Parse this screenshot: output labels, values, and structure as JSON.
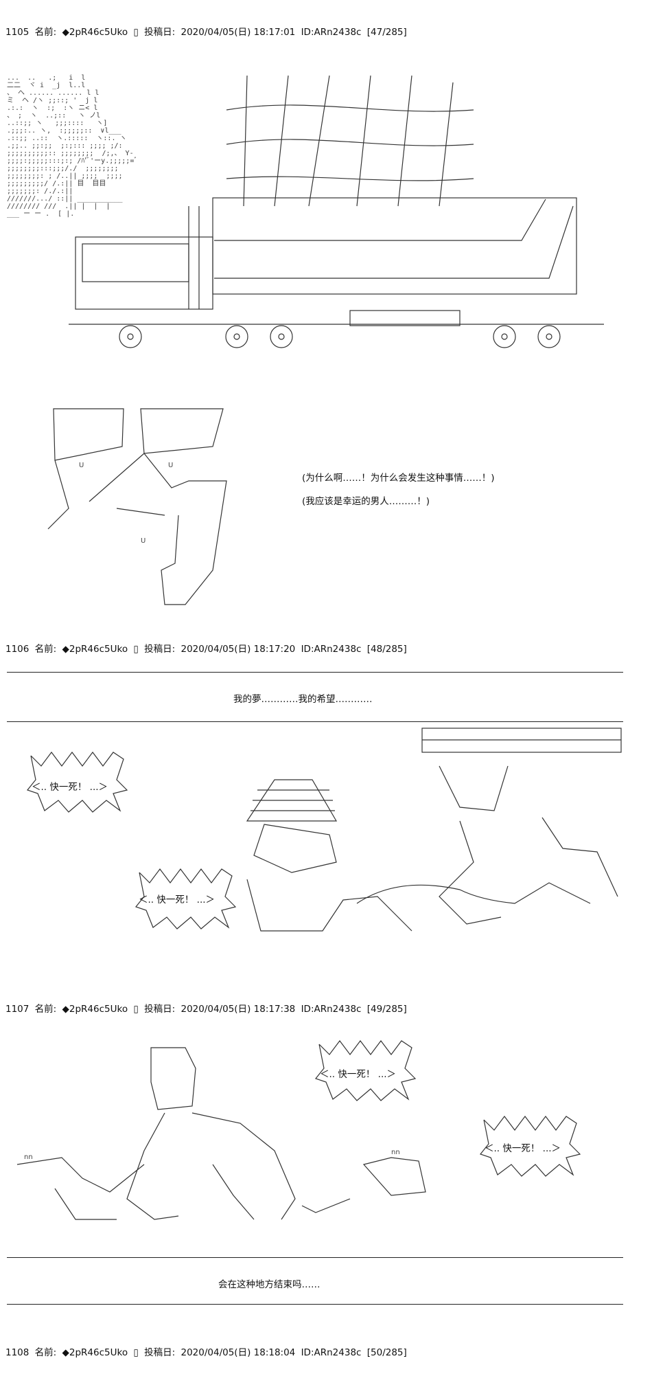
{
  "posts": [
    {
      "num": "1105",
      "name_label": "名前:",
      "trip": "◆2pR46c5Uko",
      "mark": "▯",
      "post_label": "投稿日:",
      "datetime": "2020/04/05(日) 18:17:01",
      "id": "ID:ARn2438c",
      "counter": "[47/285]"
    },
    {
      "num": "1106",
      "name_label": "名前:",
      "trip": "◆2pR46c5Uko",
      "mark": "▯",
      "post_label": "投稿日:",
      "datetime": "2020/04/05(日) 18:17:20",
      "id": "ID:ARn2438c",
      "counter": "[48/285]"
    },
    {
      "num": "1107",
      "name_label": "名前:",
      "trip": "◆2pR46c5Uko",
      "mark": "▯",
      "post_label": "投稿日:",
      "datetime": "2020/04/05(日) 18:17:38",
      "id": "ID:ARn2438c",
      "counter": "[49/285]"
    },
    {
      "num": "1108",
      "name_label": "名前:",
      "trip": "◆2pR46c5Uko",
      "mark": "▯",
      "post_label": "投稿日:",
      "datetime": "2020/04/05(日) 18:18:04",
      "id": "ID:ARn2438c",
      "counter": "[50/285]"
    }
  ],
  "dialogue": {
    "line1": "(为什么啊……！为什么会发生这种事情……！)",
    "line2": "(我应该是幸运的男人………！)",
    "dream": "我的夢…………我的希望…………",
    "ending": "会在这种地方结束吗……"
  },
  "bursts": {
    "b1": "＜.. 快一死！ ...＞",
    "b2": "＜.. 快一死！ ...＞",
    "b3": "＜.. 快一死！ ...＞",
    "b4": "＜.. 快一死！ ...＞"
  },
  "colors": {
    "text": "#111111",
    "art": "#3a3a3a",
    "rule": "#222222"
  }
}
